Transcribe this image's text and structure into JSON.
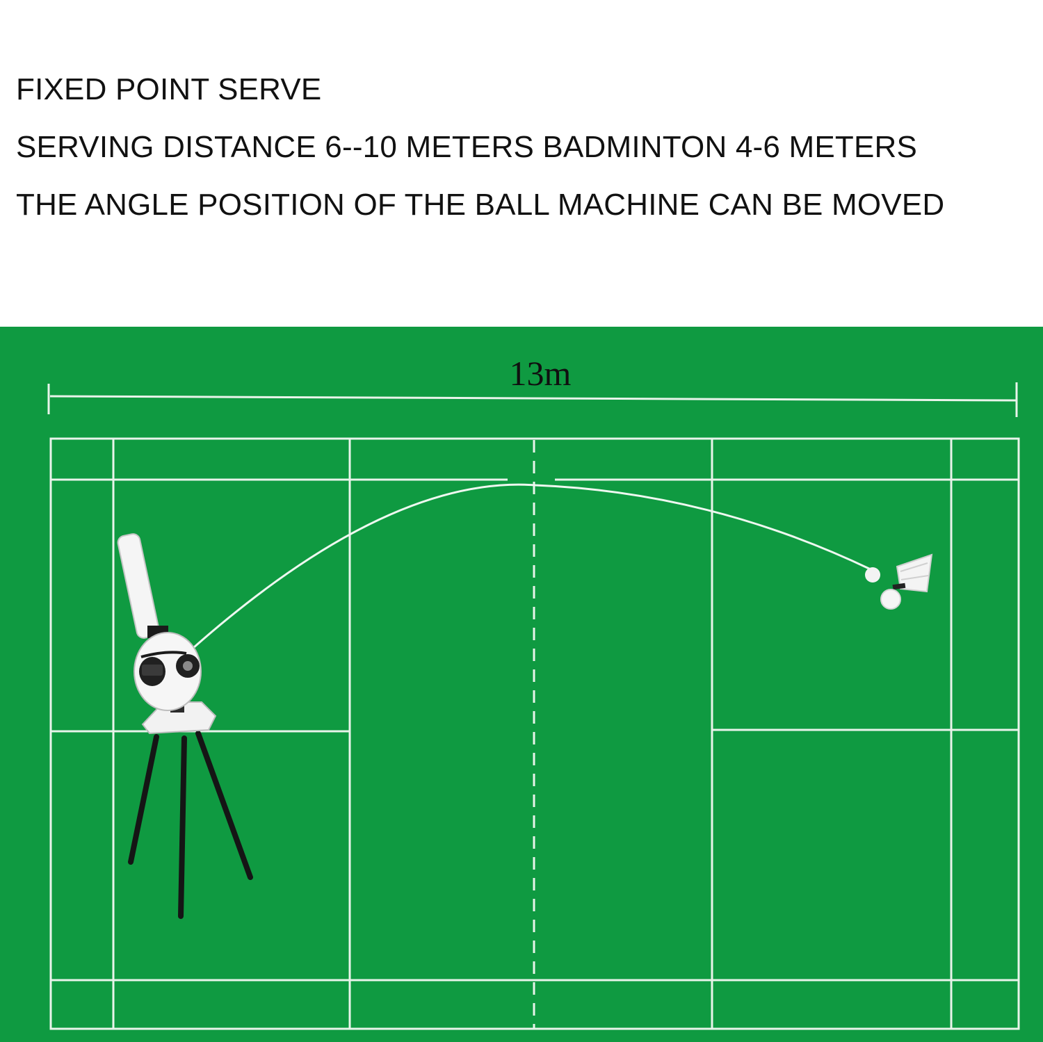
{
  "caption": {
    "line1": "FIXED POINT SERVE",
    "line2": "SERVING DISTANCE 6--10 METERS BADMINTON 4-6 METERS",
    "line3": "THE ANGLE POSITION OF THE BALL MACHINE CAN BE MOVED"
  },
  "court": {
    "length_label": "13m",
    "background_color": "#0f9a41",
    "line_color": "#e8f4ea"
  },
  "icons": {
    "machine": "ball-machine-icon",
    "shuttlecock": "shuttlecock-icon"
  }
}
